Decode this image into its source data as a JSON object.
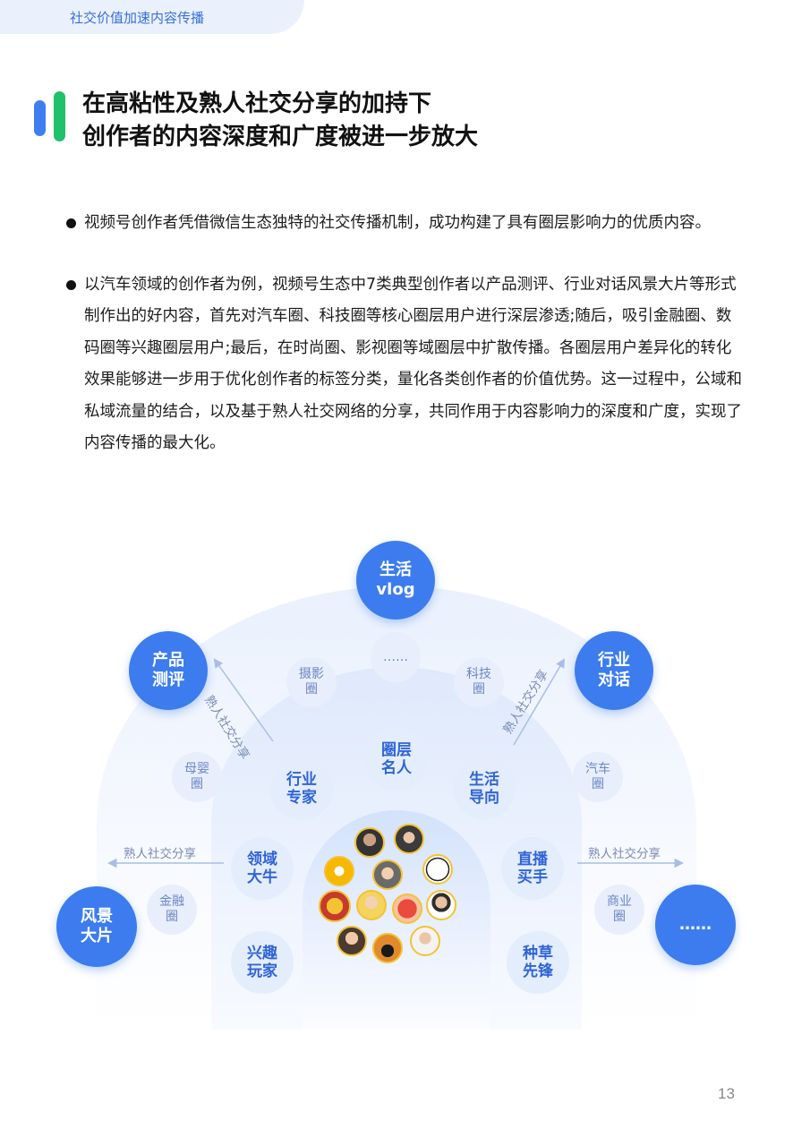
{
  "header": {
    "section_title": "社交价值加速内容传播"
  },
  "title": {
    "line1": "在高粘性及熟人社交分享的加持下",
    "line2": "创作者的内容深度和广度被进一步放大"
  },
  "bullets": [
    {
      "text": "视频号创作者凭借微信生态独特的社交传播机制，成功构建了具有圈层影响力的优质内容。"
    },
    {
      "text": "以汽车领域的创作者为例，视频号生态中7类典型创作者以产品测评、行业对话风景大片等形式制作出的好内容，首先对汽车圈、科技圈等核心圈层用户进行深层渗透;随后，吸引金融圈、数码圈等兴趣圈层用户;最后，在时尚圈、影视圈等域圈层中扩散传播。各圈层用户差异化的转化效果能够进一步用于优化创作者的标签分类，量化各类创作者的价值优势。这一过程中，公域和私域流量的结合，以及基于熟人社交网络的分享，共同作用于内容影响力的深度和广度，实现了内容传播的最大化。"
    }
  ],
  "diagram": {
    "outer_nodes": {
      "top": "生活\nvlog",
      "left_top": "产品\n测评",
      "right_top": "行业\n对话",
      "left_bottom": "风景\n大片",
      "right_bottom": "……"
    },
    "circle_nodes": {
      "top_dots": "……",
      "photography": "摄影\n圈",
      "tech": "科技\n圈",
      "mother_baby": "母婴\n圈",
      "auto": "汽车\n圈",
      "finance": "金融\n圈",
      "business": "商业\n圈"
    },
    "creator_nodes": {
      "circle_celebrity": "圈层\n名人",
      "industry_expert": "行业\n专家",
      "lifestyle_guide": "生活\n导向",
      "domain_master": "领域\n大牛",
      "live_seller": "直播\n买手",
      "hobby_player": "兴趣\n玩家",
      "grass_pioneer": "种草\n先锋"
    },
    "arrow_labels": {
      "upper_left": "熟人社交分享",
      "upper_right": "熟人社交分享",
      "left": "熟人社交分享",
      "right": "熟人社交分享"
    },
    "colors": {
      "primary_blue": "#3c7cef",
      "light_blue": "#e4edfc",
      "accent_green": "#21c06a"
    }
  },
  "footer": {
    "page_number": "13"
  }
}
